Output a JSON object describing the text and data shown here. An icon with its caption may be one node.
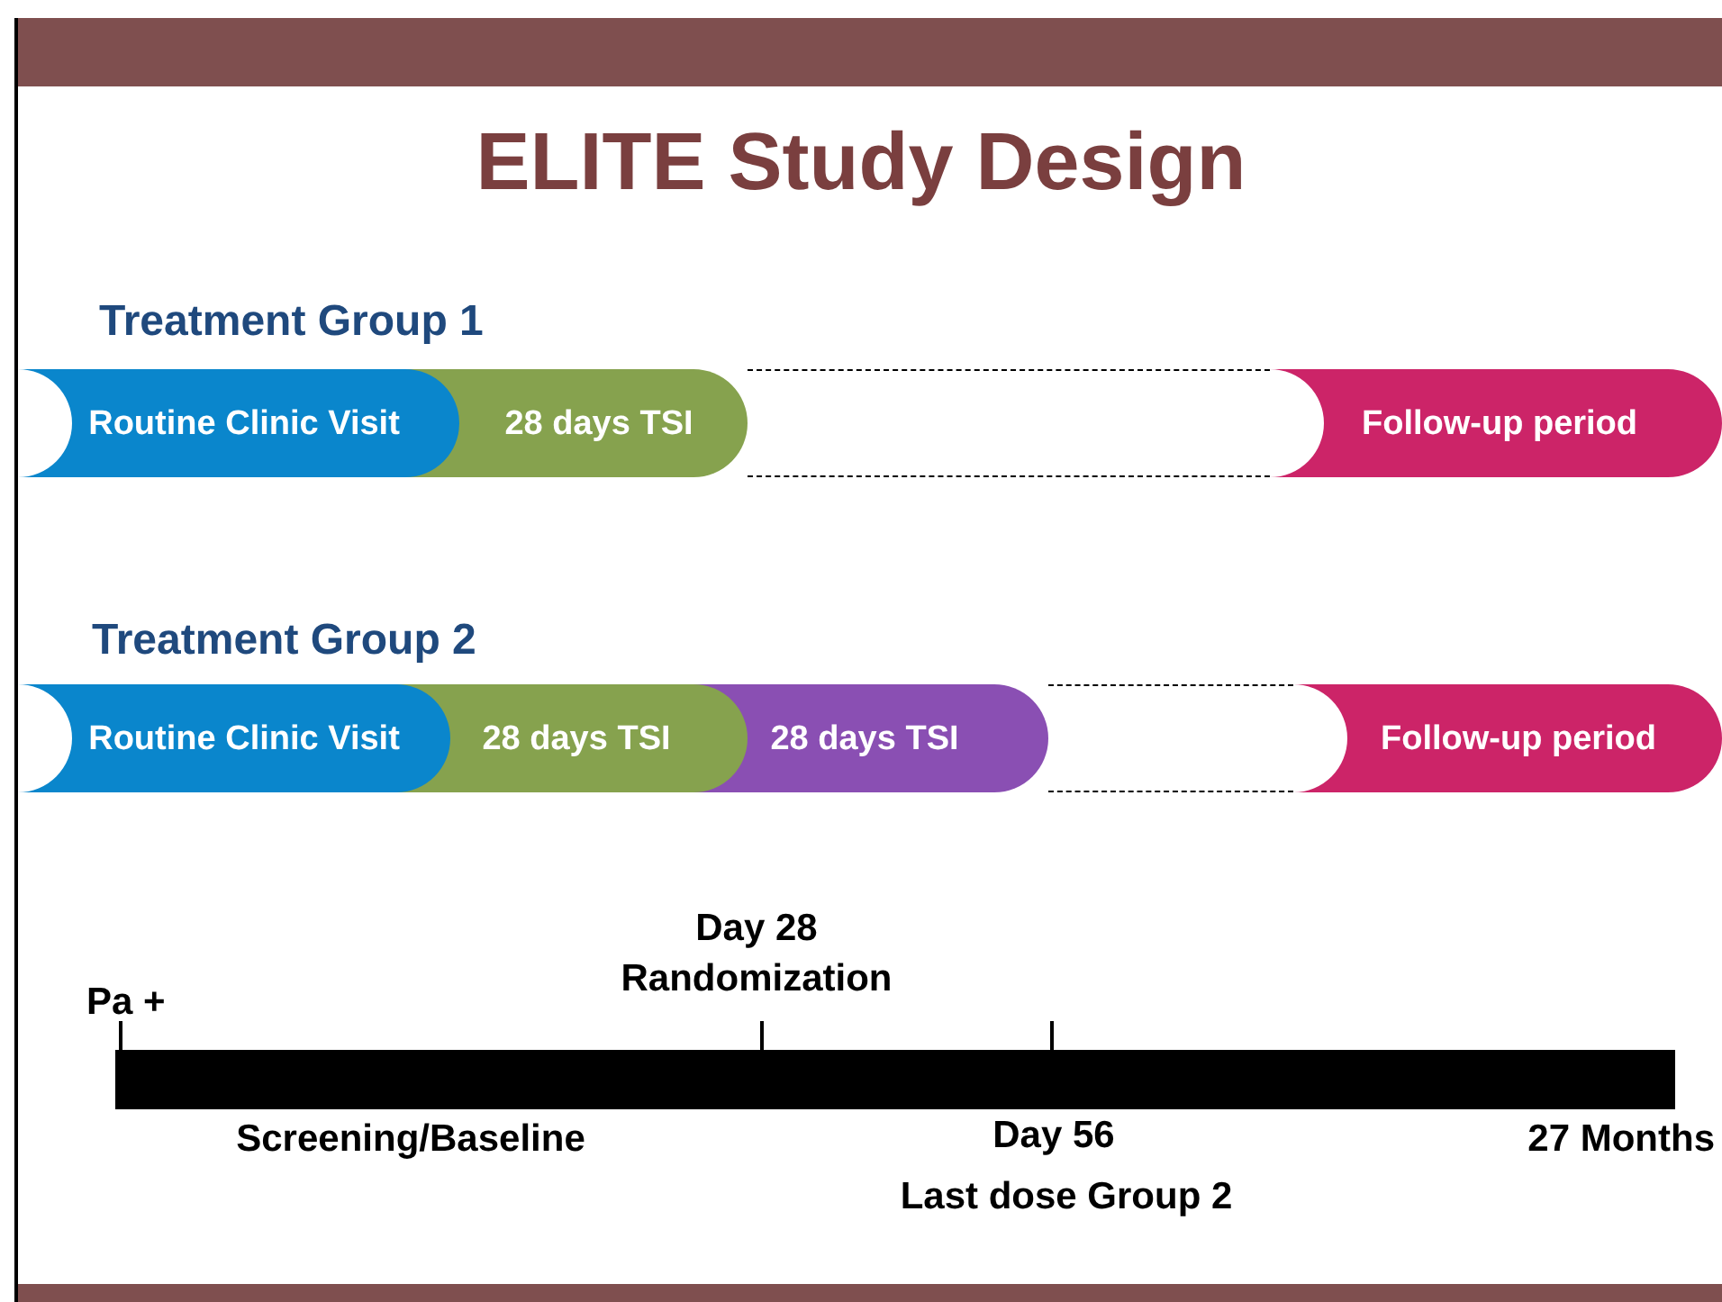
{
  "diagram": {
    "title": "ELITE Study Design",
    "nodes": [
      {
        "text": [
          "Routine Clinic Visit"
        ]
      },
      {
        "text": [
          "28 days TSI"
        ]
      },
      {
        "text": [],
        "shape": "box"
      },
      {
        "text": [
          "Follow-up period"
        ]
      },
      {
        "text": [
          "Routine Clinic Visit"
        ]
      },
      {
        "text": [
          "28 days TSI"
        ]
      },
      {
        "text": [
          "28 days TSI"
        ]
      },
      {
        "text": [],
        "shape": "box"
      },
      {
        "text": [
          "Follow-up period"
        ]
      }
    ],
    "edges": [],
    "labels": [
      "Treatment Group 1",
      "Treatment Group 2",
      "Day 28",
      "Randomization",
      "Pa +",
      "Screening/Baseline",
      "Day 56",
      "27 Months",
      "Last dose Group 2"
    ]
  }
}
